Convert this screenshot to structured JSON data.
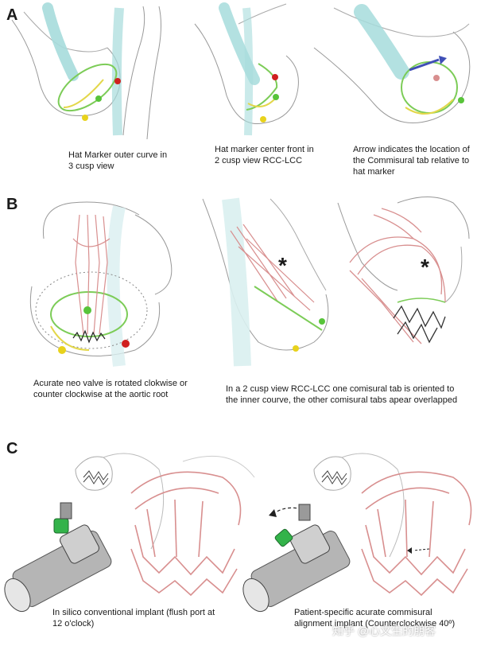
{
  "panels": {
    "a": {
      "letter": "A",
      "captions": [
        "Hat Marker outer curve in 3 cusp view",
        "Hat marker center front in 2 cusp view RCC-LCC",
        "Arrow indicates the location of the Commisural tab relative to hat marker"
      ]
    },
    "b": {
      "letter": "B",
      "captions": [
        "Acurate neo valve is rotated clokwise or counter clockwise at the aortic root",
        "In a 2 cusp view RCC-LCC one comisural tab is oriented to the inner courve, the other comisural tabs apear overlapped"
      ],
      "asterisk": "*"
    },
    "c": {
      "letter": "C",
      "captions": [
        "In silico conventional implant (flush port at 12 o'clock)",
        "Patient-specific acurate commisural alignment implant (Counterclockwise 40º)"
      ]
    }
  },
  "watermark": "知乎 @心文生的朋客",
  "colors": {
    "catheter": "#a6dcdc",
    "ring_green": "#7ccc57",
    "ring_yellow": "#e3d74a",
    "ball_red": "#d01f1f",
    "ball_green": "#58c43a",
    "ball_yellow": "#e8d21c",
    "frame_pink": "#d88f8f",
    "arrow_blue": "#3f4fb6",
    "flush_green": "#33b34a"
  }
}
